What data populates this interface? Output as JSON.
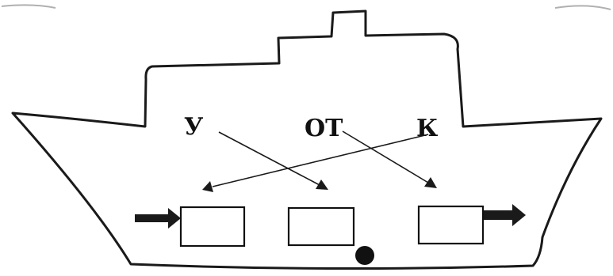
{
  "diagram": {
    "letters": [
      {
        "id": "u",
        "text": "У"
      },
      {
        "id": "ot",
        "text": "ОТ"
      },
      {
        "id": "k",
        "text": "К"
      }
    ],
    "arrows": [
      {
        "from": "u",
        "to": "box-2"
      },
      {
        "from": "ot",
        "to": "box-3"
      },
      {
        "from": "k",
        "to": "box-1"
      }
    ],
    "boxes": [
      {
        "id": "box-1",
        "text": ""
      },
      {
        "id": "box-2",
        "text": ""
      },
      {
        "id": "box-3",
        "text": ""
      }
    ],
    "colors": {
      "ink": "#1a1a1a",
      "background": "#ffffff"
    }
  }
}
